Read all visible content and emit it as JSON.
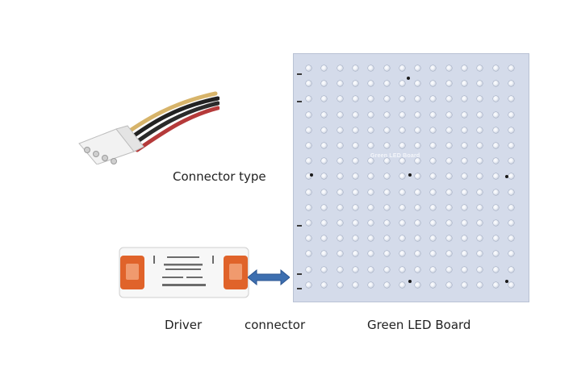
{
  "labels": {
    "connector_type": "Connector type",
    "driver": "Driver",
    "connector": "connector",
    "green_led_board": "Green LED Board"
  },
  "board": {
    "printed_title": "Green LED Board"
  },
  "colors": {
    "board": "#d4dbea",
    "arrow": "#3d6fb0",
    "driver_cap": "#e0632a",
    "wire_yellow": "#d7b46a",
    "wire_red": "#b53a3a",
    "wire_black": "#222222"
  },
  "icons": {
    "arrow": "double-headed-arrow-icon"
  }
}
